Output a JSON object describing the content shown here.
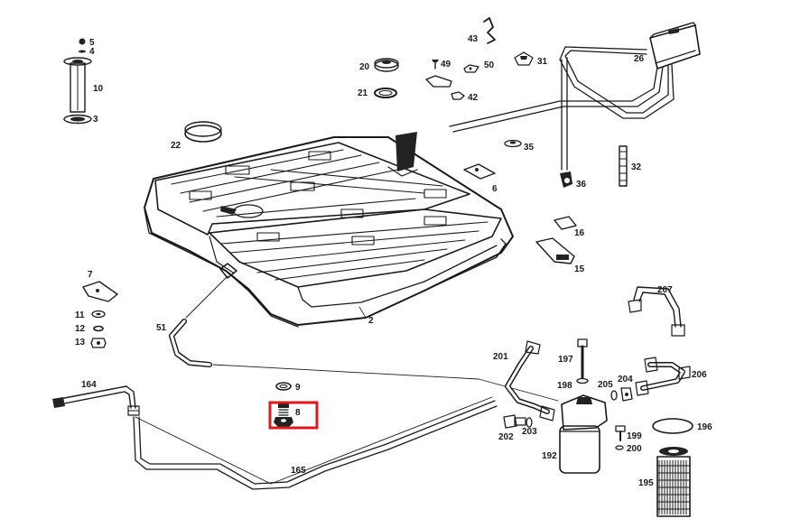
{
  "diagram": {
    "labels": {
      "p2": "2",
      "p3": "3",
      "p4": "4",
      "p5": "5",
      "p6": "6",
      "p7": "7",
      "p8": "8",
      "p9": "9",
      "p10": "10",
      "p11": "11",
      "p12": "12",
      "p13": "13",
      "p15": "15",
      "p16": "16",
      "p20": "20",
      "p21": "21",
      "p22": "22",
      "p26": "26",
      "p31": "31",
      "p32": "32",
      "p35": "35",
      "p36": "36",
      "p42": "42",
      "p43": "43",
      "p49": "49",
      "p50": "50",
      "p51": "51",
      "p164": "164",
      "p165": "165",
      "p192": "192",
      "p195": "195",
      "p196": "196",
      "p197": "197",
      "p198": "198",
      "p199": "199",
      "p200": "200",
      "p201": "201",
      "p202": "202",
      "p203": "203",
      "p204": "204",
      "p205": "205",
      "p206": "206",
      "p207": "207"
    },
    "highlight_color": "#e0181b",
    "ink_color": "#1a1a1a"
  }
}
